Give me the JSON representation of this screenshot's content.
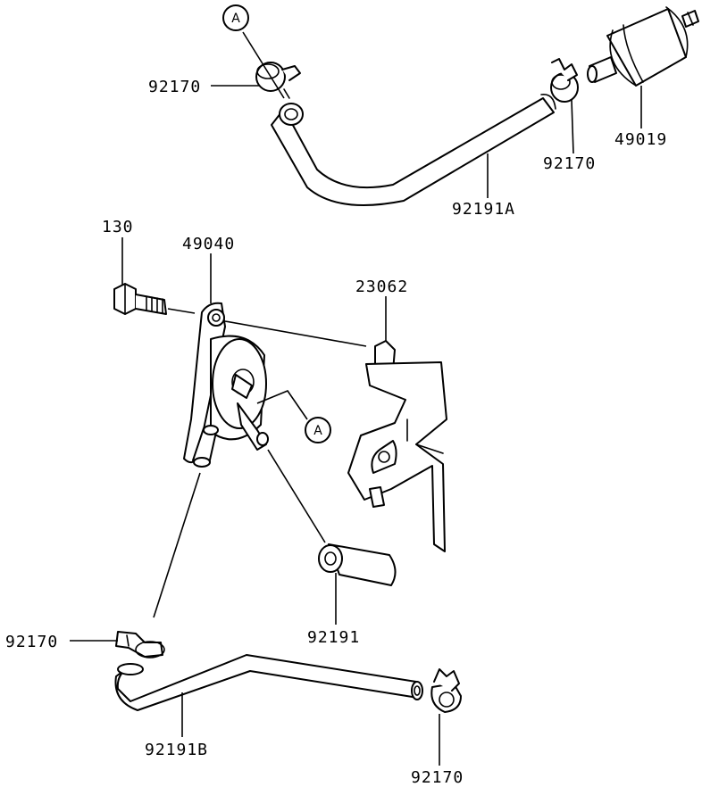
{
  "callouts": {
    "c1": "92170",
    "c2": "92170",
    "c3": "49019",
    "c4": "92191A",
    "c5": "130",
    "c6": "49040",
    "c7": "23062",
    "c8": "92191",
    "c9": "92170",
    "c10": "92191B",
    "c11": "92170"
  },
  "refs": {
    "r1": "A",
    "r2": "A"
  }
}
